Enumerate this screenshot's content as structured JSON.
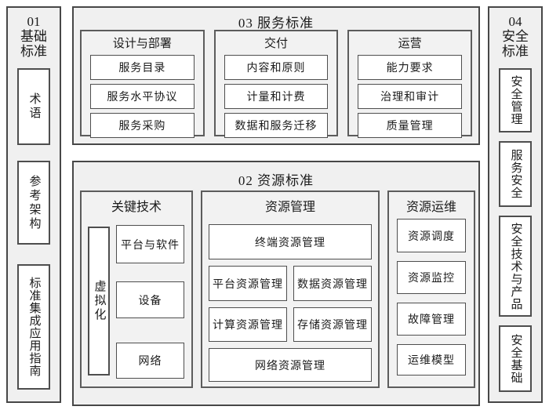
{
  "colors": {
    "page_bg": "#ffffff",
    "panel_bg": "#f0f0f0",
    "box_bg": "#ffffff",
    "border": "#474747",
    "text": "#1b1b1b"
  },
  "basic": {
    "title_lines": [
      "01",
      "基础",
      "标准"
    ],
    "items": [
      "术语",
      "参考架构",
      "标准集成应用指南"
    ]
  },
  "security": {
    "title_lines": [
      "04",
      "安全",
      "标准"
    ],
    "items": [
      "安全管理",
      "服务安全",
      "安全技术与产品",
      "安全基础"
    ]
  },
  "service": {
    "title": "03 服务标准",
    "groups": [
      {
        "title": "设计与部署",
        "items": [
          "服务目录",
          "服务水平协议",
          "服务采购"
        ]
      },
      {
        "title": "交付",
        "items": [
          "内容和原则",
          "计量和计费",
          "数据和服务迁移"
        ]
      },
      {
        "title": "运营",
        "items": [
          "能力要求",
          "治理和审计",
          "质量管理"
        ]
      }
    ]
  },
  "resource": {
    "title": "02 资源标准",
    "key_tech": {
      "title": "关键技术",
      "side_label": "虚拟化",
      "items": [
        "平台与软件",
        "设备",
        "网络"
      ]
    },
    "mgmt": {
      "title": "资源管理",
      "items": [
        "终端资源管理",
        "平台资源管理",
        "数据资源管理",
        "计算资源管理",
        "存储资源管理",
        "网络资源管理"
      ]
    },
    "ops": {
      "title": "资源运维",
      "items": [
        "资源调度",
        "资源监控",
        "故障管理",
        "运维模型"
      ]
    }
  }
}
